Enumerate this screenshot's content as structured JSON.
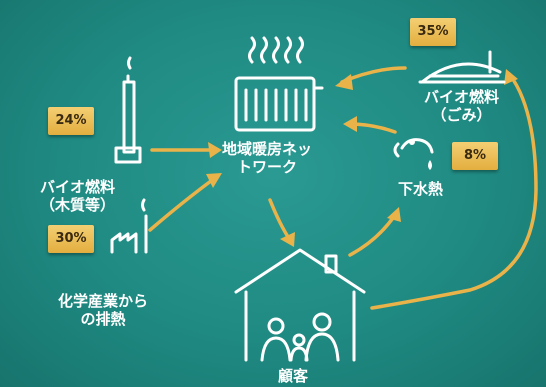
{
  "diagram": {
    "hub_label": [
      "地域暖房ネッ",
      "トワーク"
    ],
    "nodes": [
      {
        "id": "biofuel-waste",
        "label": [
          "バイオ燃料",
          "（ごみ）"
        ],
        "percent": "35%"
      },
      {
        "id": "biofuel-wood",
        "label": [
          "バイオ燃料",
          "（木質等）"
        ],
        "percent": "24%"
      },
      {
        "id": "chemical",
        "label": [
          "化学産業から",
          "の排熱"
        ],
        "percent": "30%"
      },
      {
        "id": "sewage",
        "label": [
          "下水熱"
        ],
        "percent": "8%"
      },
      {
        "id": "customer",
        "label": [
          "顧客"
        ]
      }
    ]
  },
  "colors": {
    "background": "#1f8a82",
    "arrow": "#e9b34a",
    "badge": "#ecc05c",
    "icon": "#ffffff"
  }
}
